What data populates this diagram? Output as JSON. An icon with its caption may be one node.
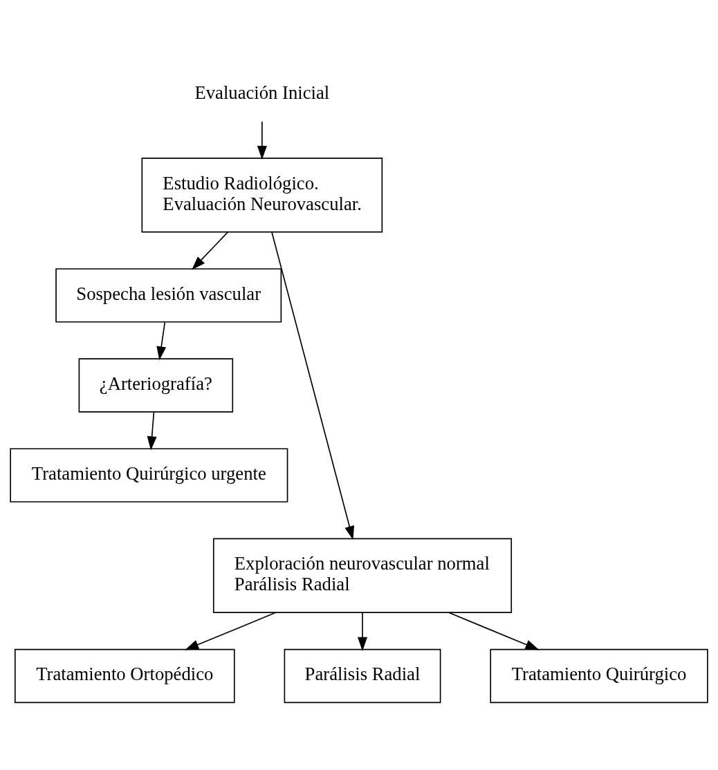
{
  "diagram": {
    "nodes": [
      {
        "text": [
          "Evaluación Inicial"
        ]
      },
      {
        "text": [
          "Estudio Radiológico. Evaluación Neurovascular."
        ]
      },
      {
        "text": [
          "Sospecha lesión vascular"
        ]
      },
      {
        "text": [
          "¿Arteriografía?"
        ]
      },
      {
        "text": [
          "Tratamiento Quirúrgico urgente"
        ]
      },
      {
        "text": [
          "Exploración neurovascular normal Parálisis Radial"
        ]
      },
      {
        "text": [
          "Tratamiento Ortopédico"
        ]
      },
      {
        "text": [
          "Parálisis Radial"
        ]
      },
      {
        "text": [
          "Tratamiento Quirúrgico"
        ]
      }
    ],
    "edges": [
      {
        "from": 0,
        "to": 1,
        "arrow": "to"
      },
      {
        "from": 1,
        "to": 2,
        "arrow": "to"
      },
      {
        "from": 2,
        "to": 3,
        "arrow": "to"
      },
      {
        "from": 3,
        "to": 4,
        "arrow": "to"
      },
      {
        "from": 1,
        "to": 5,
        "arrow": "to"
      },
      {
        "from": 5,
        "to": 6,
        "arrow": "to"
      },
      {
        "from": 5,
        "to": 8,
        "arrow": "to"
      },
      {
        "from": 5,
        "to": 7,
        "arrow": "to"
      }
    ]
  }
}
